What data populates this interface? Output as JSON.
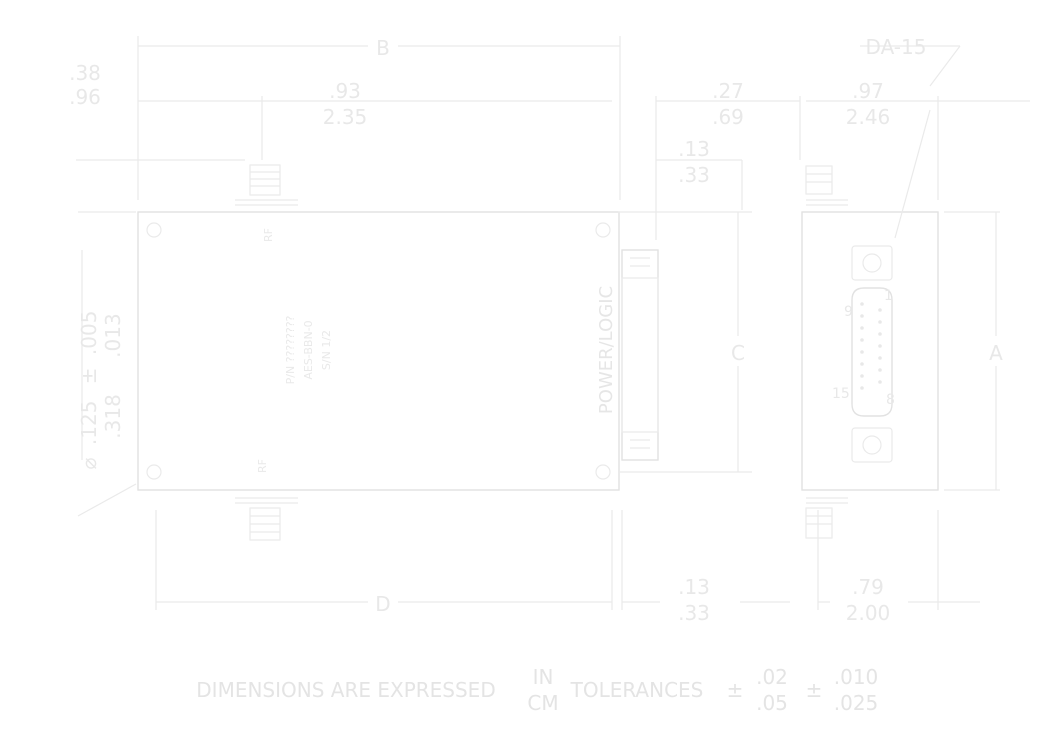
{
  "dimensions": {
    "top_overall": "B",
    "bottom_overall": "D",
    "right_body_height": "C",
    "right_side_height": "A",
    "offset_left_in": ".38",
    "offset_left_cm": ".96",
    "rf_top_offset_in": ".93",
    "rf_top_offset_cm": "2.35",
    "connector_depth_in": ".27",
    "connector_depth_cm": ".69",
    "side_offset_in": ".97",
    "side_offset_cm": "2.46",
    "connector_gap_in": ".13",
    "connector_gap_cm": ".33",
    "bottom_gap_in": ".13",
    "bottom_gap_cm": ".33",
    "side_bottom_in": ".79",
    "side_bottom_cm": "2.00",
    "hole_dia_in": ".125",
    "hole_dia_cm": ".318",
    "hole_tol_in": ".005",
    "hole_tol_cm": ".013",
    "connector_type": "DA-15"
  },
  "labels": {
    "power_logic": "POWER/LOGIC",
    "rf_top": "RF",
    "rf_bottom": "RF",
    "pin_1": "1",
    "pin_8": "8",
    "pin_9": "9",
    "pin_15": "15",
    "diameter_symbol": "⌀",
    "plus_minus": "±",
    "body_text_1": "P/N ????????",
    "body_text_2": "AES-BBN-0",
    "body_text_3": "S/N 1/2"
  },
  "footer": {
    "prefix": "DIMENSIONS ARE EXPRESSED",
    "unit_top": "IN",
    "unit_bottom": "CM",
    "tolerances": "TOLERANCES",
    "tol1_top": ".02",
    "tol1_bottom": ".05",
    "tol2_top": ".010",
    "tol2_bottom": ".025",
    "pm": "±"
  }
}
